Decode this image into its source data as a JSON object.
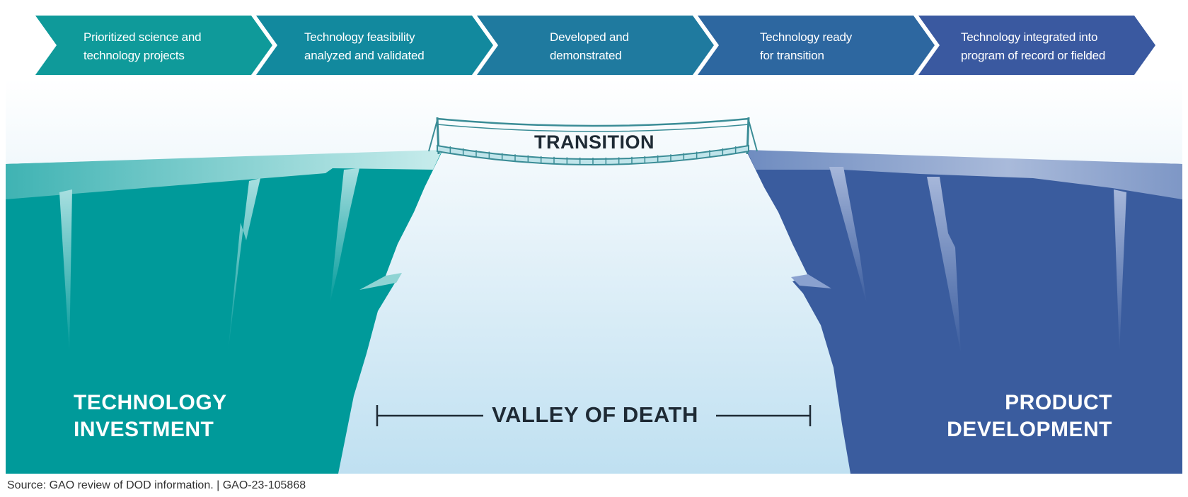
{
  "steps": [
    {
      "label": "Prioritized science and\ntechnology projects",
      "color": "#0f9a9a"
    },
    {
      "label": "Technology feasibility\nanalyzed and validated",
      "color": "#12899e"
    },
    {
      "label": "Developed and\ndemonstrated",
      "color": "#1f7a9f"
    },
    {
      "label": "Technology ready\nfor transition",
      "color": "#2d67a0"
    },
    {
      "label": "Technology integrated into\nprogram of record or fielded",
      "color": "#3a59a0"
    }
  ],
  "diagram": {
    "bridge_label": "TRANSITION",
    "left_cliff_label": "TECHNOLOGY\nINVESTMENT",
    "right_cliff_label": "PRODUCT\nDEVELOPMENT",
    "gap_label": "VALLEY OF DEATH",
    "colors": {
      "left_cliff": "#009a9a",
      "right_cliff": "#3a5c9e",
      "sky_top": "#ffffff",
      "sky_bottom": "#c6e2f2",
      "text_dark": "#1e2a34"
    }
  },
  "footer": {
    "source": "Source: GAO review of DOD information.  |  GAO-23-105868"
  }
}
